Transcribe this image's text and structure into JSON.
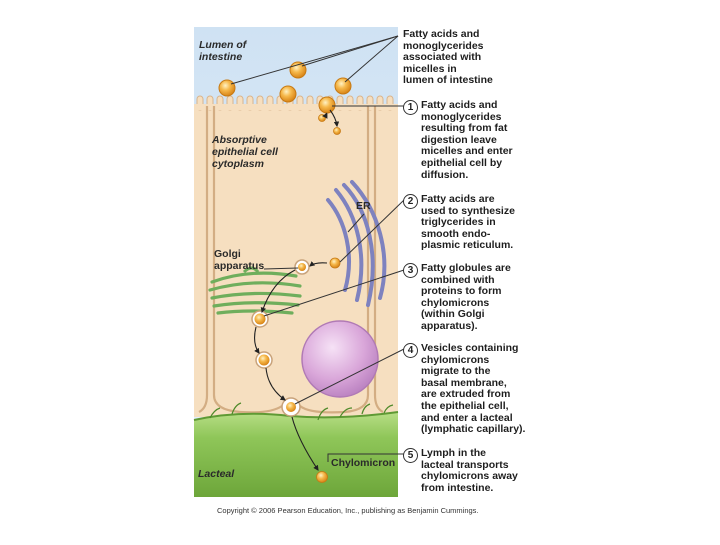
{
  "labels": {
    "lumen": [
      "Lumen of",
      "intestine"
    ],
    "cytoplasm": [
      "Absorptive",
      "epithelial cell",
      "cytoplasm"
    ],
    "er": "ER",
    "golgi": [
      "Golgi",
      "apparatus"
    ],
    "lacteal": "Lacteal",
    "chylomicron": "Chylomicron"
  },
  "captions": {
    "top": [
      "Fatty acids and",
      "monoglycerides",
      "associated with",
      "micelles in",
      "lumen of intestine"
    ],
    "steps": [
      {
        "num": "1",
        "lines": [
          "Fatty acids and",
          "monoglycerides",
          "resulting from fat",
          "digestion leave",
          "micelles and enter",
          "epithelial cell by",
          "diffusion."
        ]
      },
      {
        "num": "2",
        "lines": [
          "Fatty acids are",
          "used to synthesize",
          "triglycerides in",
          "smooth endo-",
          "plasmic reticulum."
        ]
      },
      {
        "num": "3",
        "lines": [
          "Fatty globules are",
          "combined with",
          "proteins to form",
          "chylomicrons",
          "(within Golgi",
          "apparatus)."
        ]
      },
      {
        "num": "4",
        "lines": [
          "Vesicles containing",
          "chylomicrons",
          "migrate to the",
          "basal membrane,",
          "are extruded from",
          "the epithelial cell,",
          "and enter a lacteal",
          "(lymphatic capillary)."
        ]
      },
      {
        "num": "5",
        "lines": [
          "Lymph in the",
          "lacteal transports",
          "chylomicrons away",
          "from intestine."
        ]
      }
    ]
  },
  "copyright": "Copyright © 2006 Pearson Education, Inc., publishing as Benjamin Cummings.",
  "colors": {
    "lumen_bg": "#d7e7f5",
    "cell": "#f6dfc0",
    "cell_border": "#d8b48c",
    "lacteal": "#8fc659",
    "globule": "#f0a93c",
    "er": "#7e82bf",
    "golgi": "#6fae5c",
    "nucleus": "#d6a3d6"
  }
}
